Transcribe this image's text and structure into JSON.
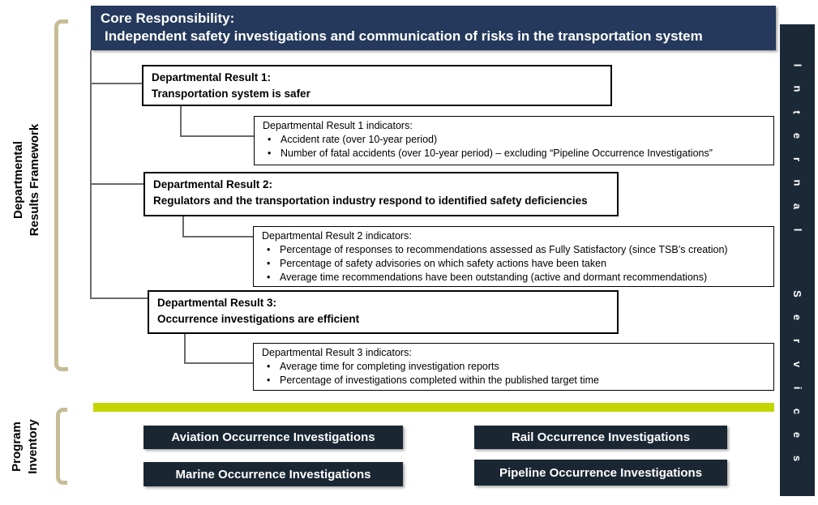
{
  "banner": {
    "title": "Core Responsibility:",
    "subtitle": "Independent safety investigations and communication of risks in the transportation system"
  },
  "side_labels": {
    "framework_line1": "Departmental",
    "framework_line2": "Results Framework",
    "program_line1": "Program",
    "program_line2": "Inventory"
  },
  "internal_services": {
    "word1": "Internal",
    "word2": "Services"
  },
  "results": [
    {
      "title": "Departmental Result 1:",
      "description": "Transportation system is safer",
      "indicators_title": "Departmental Result 1 indicators:",
      "indicators": [
        "Accident rate (over 10-year period)",
        "Number of fatal accidents (over 10-year period) – excluding “Pipeline Occurrence Investigations”"
      ]
    },
    {
      "title": "Departmental Result 2:",
      "description": "Regulators and the transportation industry respond to identified safety deficiencies",
      "indicators_title": "Departmental Result 2 indicators:",
      "indicators": [
        "Percentage of responses to recommendations assessed as Fully Satisfactory (since TSB’s creation)",
        "Percentage of safety advisories on which safety actions have been taken",
        "Average time recommendations have been outstanding (active and dormant recommendations)"
      ]
    },
    {
      "title": "Departmental Result 3:",
      "description": "Occurrence investigations are efficient",
      "indicators_title": "Departmental Result 3 indicators:",
      "indicators": [
        "Average time for completing investigation reports",
        "Percentage of investigations completed within the published target time"
      ]
    }
  ],
  "programs": [
    "Aviation Occurrence Investigations",
    "Rail Occurrence Investigations",
    "Marine Occurrence Investigations",
    "Pipeline Occurrence Investigations"
  ],
  "colors": {
    "banner_blue": "#24395B",
    "sidebar_navy": "#1B2937",
    "program_navy": "#1A2733",
    "divider_green": "#C3D600",
    "bracket_tan": "#C6BD96",
    "connector_gray": "#6A6A6A"
  }
}
